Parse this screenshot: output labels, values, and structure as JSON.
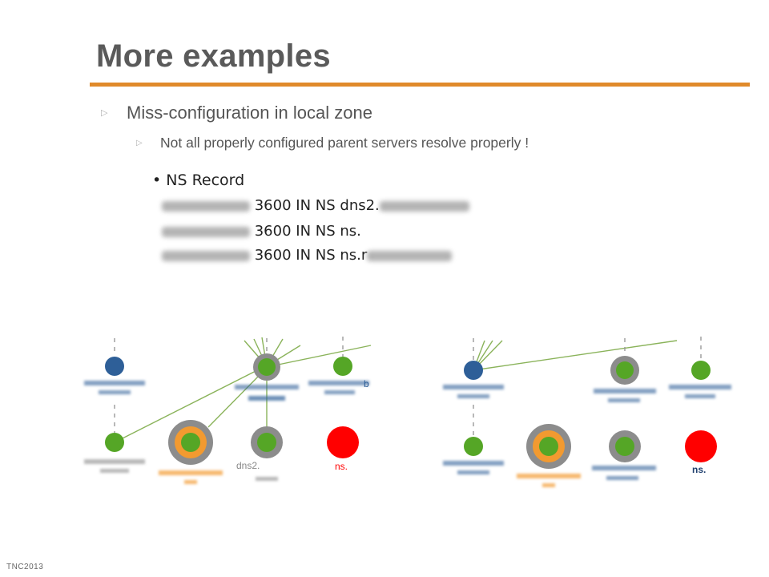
{
  "slide": {
    "title": "More examples",
    "bullets": [
      {
        "level": 1,
        "text": "Miss-configuration in local zone"
      },
      {
        "level": 2,
        "text": "Not all properly configured parent servers resolve properly !"
      }
    ],
    "footer": "TNC2013"
  },
  "ns_record": {
    "title": "NS Record",
    "records": [
      {
        "ttl_class_type": "3600 IN NS",
        "target": "dns2."
      },
      {
        "ttl_class_type": "3600 IN NS",
        "target": "ns."
      },
      {
        "ttl_class_type": "3600 IN NS",
        "target": "ns.r"
      }
    ]
  },
  "graphs": {
    "left": {
      "labels": {
        "dns2": "dns2.",
        "ns": "ns."
      }
    },
    "right": {
      "labels": {
        "ns": "ns."
      }
    }
  },
  "colors": {
    "title_text": "#5a5a5a",
    "rule": "#e08a2a",
    "node_green": "#55a626",
    "node_blue": "#2e5f98",
    "node_red": "#ff0000",
    "ring_gray": "#8c8c8c",
    "ring_orange": "#f29a30",
    "edge_green": "#8ab35a"
  }
}
